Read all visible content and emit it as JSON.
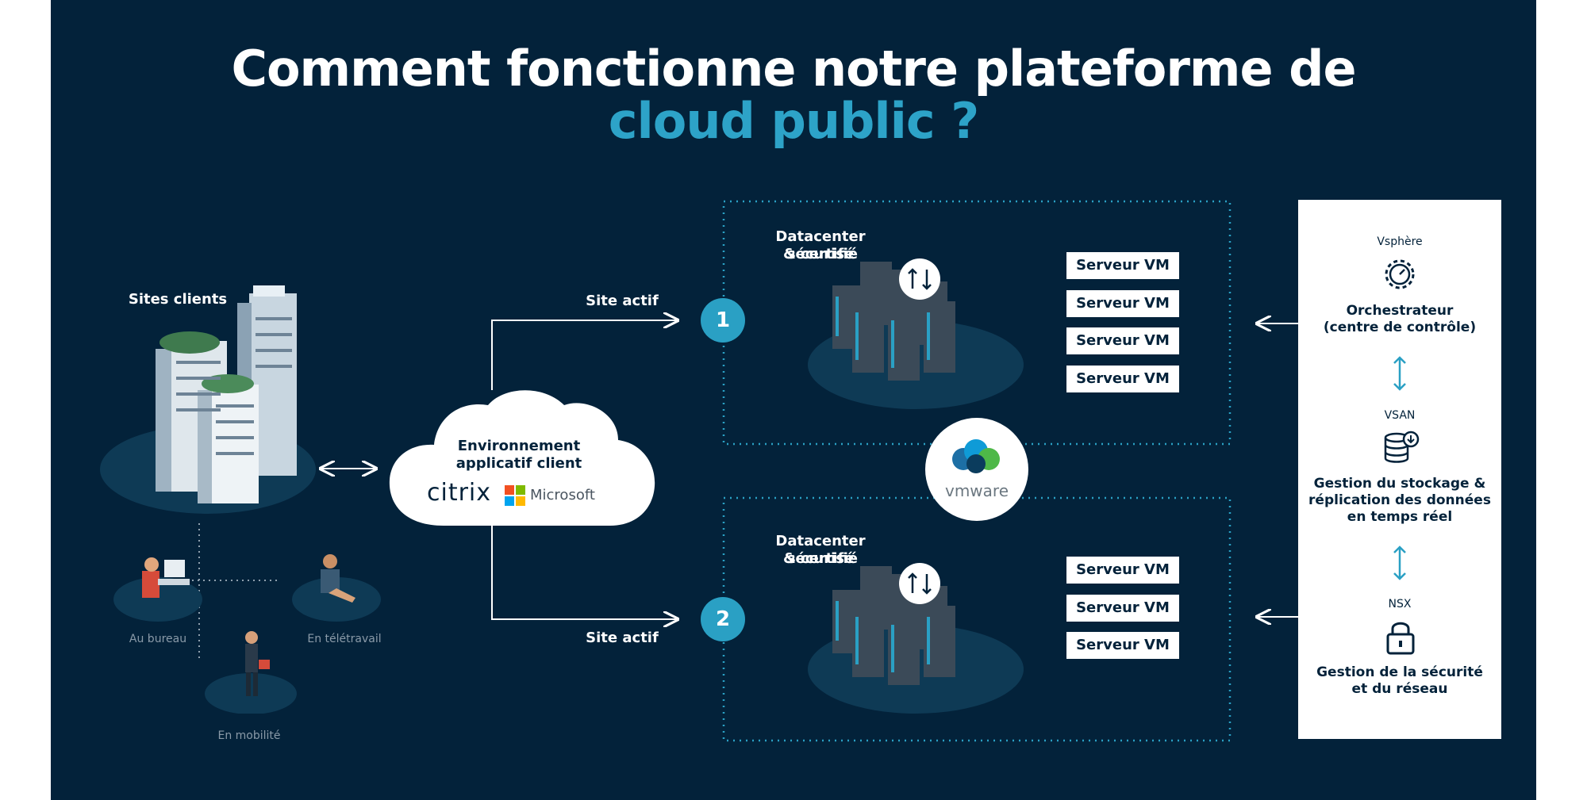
{
  "title": {
    "line1": "Comment fonctionne notre plateforme de",
    "line2": "cloud public ?"
  },
  "clients": {
    "heading": "Sites clients",
    "office": "Au bureau",
    "remote": "En télétravail",
    "mobile": "En mobilité"
  },
  "cloud": {
    "line1": "Environnement",
    "line2": "applicatif client",
    "citrix": "citrix",
    "microsoft": "Microsoft"
  },
  "links": {
    "top": "Site actif",
    "bottom": "Site actif"
  },
  "datacenters": [
    {
      "number": "1",
      "title_l1": "Datacenter sécurisé",
      "title_l2": "& certifié",
      "servers": [
        "Serveur VM",
        "Serveur VM",
        "Serveur VM",
        "Serveur VM"
      ]
    },
    {
      "number": "2",
      "title_l1": "Datacenter sécurisé",
      "title_l2": "& certifié",
      "servers": [
        "Serveur VM",
        "Serveur VM",
        "Serveur VM"
      ]
    }
  ],
  "vmware": "vmware",
  "stack": {
    "vsphere": {
      "head": "Vsphère",
      "l1": "Orchestrateur",
      "l2": "(centre de contrôle)"
    },
    "vsan": {
      "head": "VSAN",
      "l1": "Gestion du stockage &",
      "l2": "réplication des données",
      "l3": "en temps réel"
    },
    "nsx": {
      "head": "NSX",
      "l1": "Gestion de la sécurité",
      "l2": "et du réseau"
    }
  },
  "colors": {
    "background": "#03223a",
    "accent": "#2da3c8",
    "server": "#3b4a58"
  },
  "icons": [
    "gear-icon",
    "database-icon",
    "lock-icon",
    "updown-arrow-icon",
    "arrow-left-icon"
  ]
}
